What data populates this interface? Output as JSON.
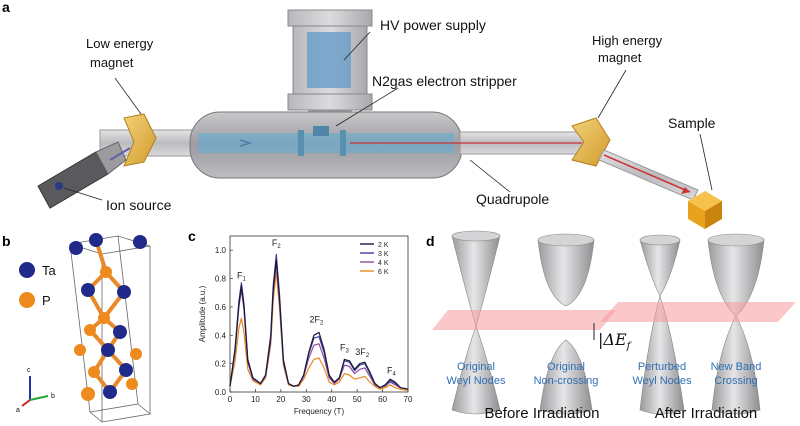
{
  "panels": {
    "a": "a",
    "b": "b",
    "c": "c",
    "d": "d"
  },
  "setup": {
    "hv_power_supply": "HV power supply",
    "low_energy_magnet_1": "Low energy",
    "low_energy_magnet_2": "magnet",
    "n2_stripper": "N2gas electron stripper",
    "high_energy_magnet_1": "High energy",
    "high_energy_magnet_2": "magnet",
    "sample": "Sample",
    "ion_source": "Ion source",
    "quadrupole": "Quadrupole"
  },
  "crystal": {
    "legend": [
      {
        "label": "Ta",
        "color": "#1f2a8a"
      },
      {
        "label": "P",
        "color": "#ef8a1f"
      }
    ],
    "axes": {
      "c": "c",
      "a": "a",
      "b": "b"
    }
  },
  "chart_data": {
    "type": "line",
    "title": "",
    "xlabel": "Frequency (T)",
    "ylabel": "Amplitude (a.u.)",
    "xlim": [
      0,
      70
    ],
    "ylim": [
      0,
      1.1
    ],
    "xticks": [
      0,
      10,
      20,
      30,
      40,
      50,
      60,
      70
    ],
    "yticks": [
      0.0,
      0.2,
      0.4,
      0.6,
      0.8,
      1.0
    ],
    "xtick_labels": [
      "0",
      "10",
      "20",
      "30",
      "40",
      "50",
      "60",
      "70"
    ],
    "ytick_labels": [
      "0.0",
      "0.2",
      "0.4",
      "0.6",
      "0.8",
      "1.0"
    ],
    "legend_position": "top-right",
    "x": [
      0,
      2,
      3.5,
      4.5,
      5.5,
      7,
      9,
      12,
      14,
      16,
      17,
      18.2,
      19.5,
      21,
      23,
      25,
      27,
      29,
      31,
      33,
      35,
      37,
      39,
      41,
      43,
      45,
      47,
      49,
      51,
      53,
      55,
      57,
      59,
      61,
      63,
      65,
      67,
      70
    ],
    "series": [
      {
        "name": "2 K",
        "color": "#1a1a3a",
        "values": [
          0.04,
          0.3,
          0.62,
          0.75,
          0.6,
          0.22,
          0.1,
          0.06,
          0.12,
          0.38,
          0.72,
          0.93,
          0.65,
          0.22,
          0.06,
          0.04,
          0.05,
          0.12,
          0.28,
          0.4,
          0.42,
          0.3,
          0.12,
          0.07,
          0.1,
          0.23,
          0.22,
          0.16,
          0.2,
          0.21,
          0.14,
          0.06,
          0.03,
          0.05,
          0.09,
          0.07,
          0.03,
          0.02
        ]
      },
      {
        "name": "3 K",
        "color": "#3b3f9c",
        "values": [
          0.04,
          0.31,
          0.64,
          0.77,
          0.62,
          0.23,
          0.1,
          0.06,
          0.12,
          0.4,
          0.75,
          0.97,
          0.68,
          0.23,
          0.06,
          0.04,
          0.05,
          0.12,
          0.27,
          0.38,
          0.39,
          0.28,
          0.11,
          0.07,
          0.1,
          0.22,
          0.21,
          0.15,
          0.19,
          0.2,
          0.13,
          0.06,
          0.03,
          0.05,
          0.08,
          0.06,
          0.03,
          0.02
        ]
      },
      {
        "name": "4 K",
        "color": "#8e4a9e",
        "values": [
          0.04,
          0.29,
          0.6,
          0.72,
          0.58,
          0.21,
          0.09,
          0.06,
          0.11,
          0.36,
          0.7,
          0.91,
          0.63,
          0.21,
          0.06,
          0.04,
          0.05,
          0.11,
          0.24,
          0.33,
          0.34,
          0.24,
          0.1,
          0.06,
          0.09,
          0.19,
          0.18,
          0.13,
          0.16,
          0.17,
          0.11,
          0.05,
          0.03,
          0.04,
          0.07,
          0.05,
          0.03,
          0.02
        ]
      },
      {
        "name": "6 K",
        "color": "#e8891e",
        "values": [
          0.04,
          0.22,
          0.45,
          0.52,
          0.42,
          0.16,
          0.08,
          0.05,
          0.1,
          0.33,
          0.64,
          0.85,
          0.58,
          0.19,
          0.05,
          0.04,
          0.04,
          0.09,
          0.17,
          0.23,
          0.24,
          0.17,
          0.07,
          0.05,
          0.07,
          0.13,
          0.12,
          0.09,
          0.1,
          0.11,
          0.07,
          0.04,
          0.02,
          0.03,
          0.05,
          0.03,
          0.02,
          0.01
        ]
      }
    ],
    "annotations": [
      {
        "text": "F",
        "sub": "1",
        "x": 4.5,
        "y": 0.78
      },
      {
        "text": "F",
        "sub": "2",
        "x": 18.2,
        "y": 1.01
      },
      {
        "text": "2F",
        "sub": "2",
        "x": 34,
        "y": 0.47
      },
      {
        "text": "F",
        "sub": "3",
        "x": 45,
        "y": 0.27
      },
      {
        "text": "3F",
        "sub": "2",
        "x": 52,
        "y": 0.24
      },
      {
        "text": "F",
        "sub": "4",
        "x": 63.5,
        "y": 0.11
      }
    ]
  },
  "weyl": {
    "delta_label": "|ΔE",
    "delta_sub": "f",
    "cones": [
      {
        "line1": "Original",
        "line2": "Weyl Nodes"
      },
      {
        "line1": "Original",
        "line2": "Non-crossing"
      },
      {
        "line1": "Perturbed",
        "line2": "Weyl Nodes"
      },
      {
        "line1": "New Band",
        "line2": "Crossing"
      }
    ],
    "before": "Before Irradiation",
    "after": "After Irradiation"
  }
}
